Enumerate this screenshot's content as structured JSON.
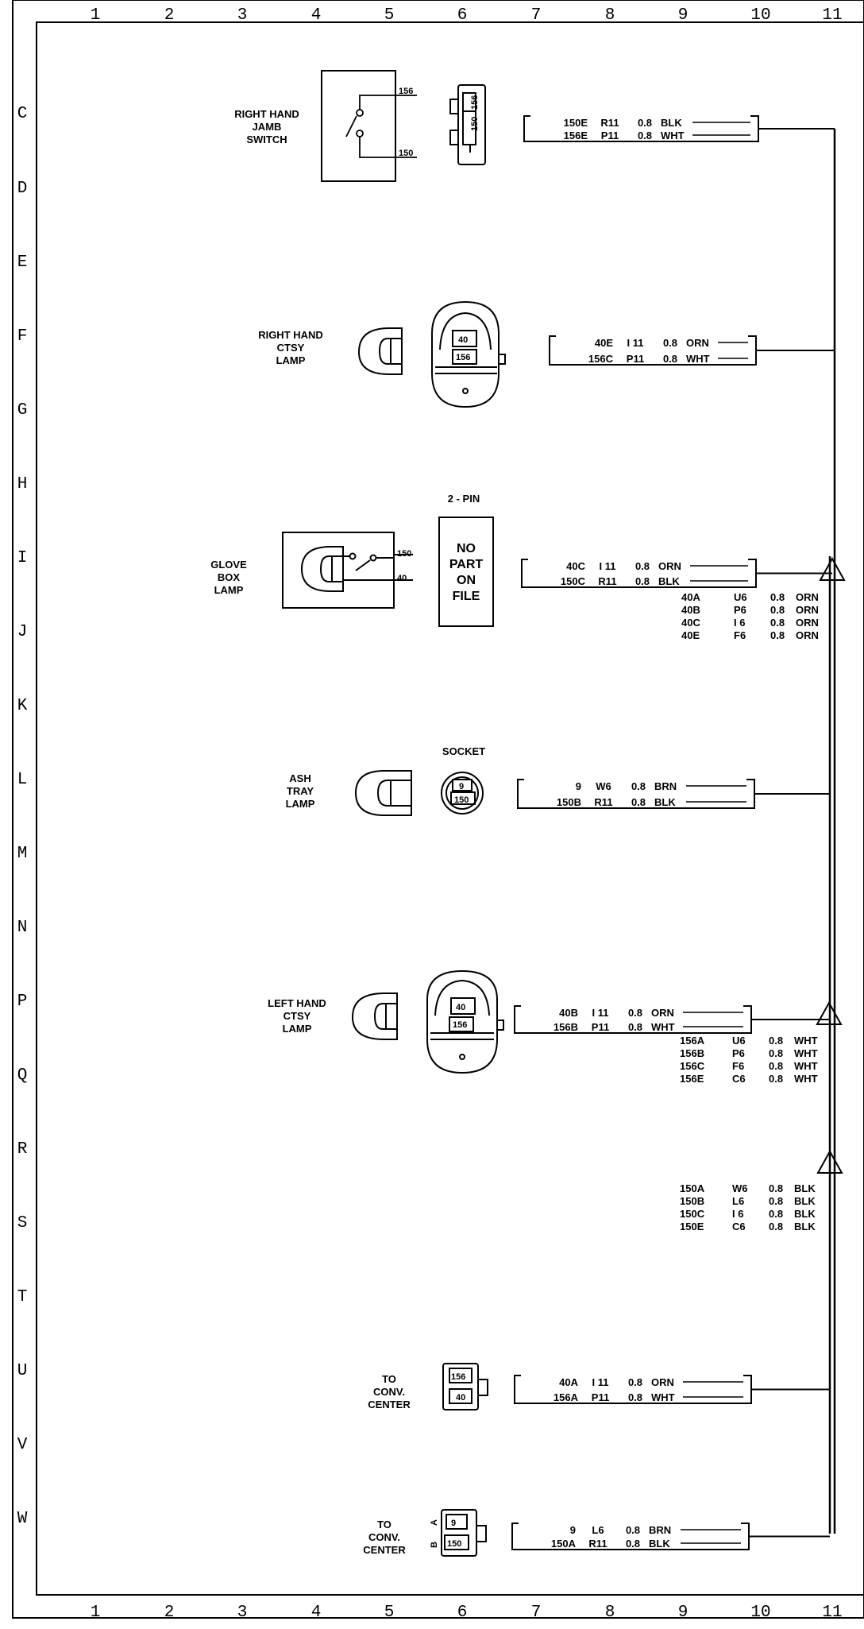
{
  "grid": {
    "cols": [
      "1",
      "2",
      "3",
      "4",
      "5",
      "6",
      "7",
      "8",
      "9",
      "10",
      "11"
    ],
    "rows": [
      "C",
      "D",
      "E",
      "F",
      "G",
      "H",
      "I",
      "J",
      "K",
      "L",
      "M",
      "N",
      "P",
      "Q",
      "R",
      "S",
      "T",
      "U",
      "V",
      "W"
    ]
  },
  "components": {
    "jamb_switch": {
      "label": [
        "RIGHT HAND",
        "JAMB",
        "SWITCH"
      ],
      "pins": [
        "156",
        "150"
      ],
      "conn_pins": [
        "156",
        "150"
      ]
    },
    "rh_lamp": {
      "label": [
        "RIGHT HAND",
        "CTSY",
        "LAMP"
      ],
      "conn_pins": [
        "40",
        "156"
      ]
    },
    "glove": {
      "label": [
        "GLOVE",
        "BOX",
        "LAMP"
      ],
      "pins": [
        "150",
        "40"
      ],
      "header": "2 - PIN",
      "nopart": [
        "NO",
        "PART",
        "ON",
        "FILE"
      ]
    },
    "ash": {
      "label": [
        "ASH",
        "TRAY",
        "LAMP"
      ],
      "header": "SOCKET",
      "conn_pins": [
        "9",
        "150"
      ]
    },
    "lh_lamp": {
      "label": [
        "LEFT HAND",
        "CTSY",
        "LAMP"
      ],
      "conn_pins": [
        "40",
        "156"
      ]
    },
    "conv1": {
      "label": [
        "TO",
        "CONV.",
        "CENTER"
      ],
      "conn_pins": [
        "156",
        "40"
      ]
    },
    "conv2": {
      "label": [
        "TO",
        "CONV.",
        "CENTER"
      ],
      "conn_pins": [
        "9",
        "150"
      ],
      "pin_letters": [
        "A",
        "B"
      ]
    }
  },
  "wires": {
    "jamb": [
      [
        "150E",
        "R11",
        "0.8",
        "BLK"
      ],
      [
        "156E",
        "P11",
        "0.8",
        "WHT"
      ]
    ],
    "rh": [
      [
        "40E",
        "I 11",
        "0.8",
        "ORN"
      ],
      [
        "156C",
        "P11",
        "0.8",
        "WHT"
      ]
    ],
    "glove": [
      [
        "40C",
        "I 11",
        "0.8",
        "ORN"
      ],
      [
        "150C",
        "R11",
        "0.8",
        "BLK"
      ]
    ],
    "ash": [
      [
        "9",
        "W6",
        "0.8",
        "BRN"
      ],
      [
        "150B",
        "R11",
        "0.8",
        "BLK"
      ]
    ],
    "lh": [
      [
        "40B",
        "I 11",
        "0.8",
        "ORN"
      ],
      [
        "156B",
        "P11",
        "0.8",
        "WHT"
      ]
    ],
    "conv1": [
      [
        "40A",
        "I 11",
        "0.8",
        "ORN"
      ],
      [
        "156A",
        "P11",
        "0.8",
        "WHT"
      ]
    ],
    "conv2": [
      [
        "9",
        "L6",
        "0.8",
        "BRN"
      ],
      [
        "150A",
        "R11",
        "0.8",
        "BLK"
      ]
    ]
  },
  "splices": {
    "orn": [
      [
        "40A",
        "U6",
        "0.8",
        "ORN"
      ],
      [
        "40B",
        "P6",
        "0.8",
        "ORN"
      ],
      [
        "40C",
        "I 6",
        "0.8",
        "ORN"
      ],
      [
        "40E",
        "F6",
        "0.8",
        "ORN"
      ]
    ],
    "wht": [
      [
        "156A",
        "U6",
        "0.8",
        "WHT"
      ],
      [
        "156B",
        "P6",
        "0.8",
        "WHT"
      ],
      [
        "156C",
        "F6",
        "0.8",
        "WHT"
      ],
      [
        "156E",
        "C6",
        "0.8",
        "WHT"
      ]
    ],
    "blk": [
      [
        "150A",
        "W6",
        "0.8",
        "BLK"
      ],
      [
        "150B",
        "L6",
        "0.8",
        "BLK"
      ],
      [
        "150C",
        "I 6",
        "0.8",
        "BLK"
      ],
      [
        "150E",
        "C6",
        "0.8",
        "BLK"
      ]
    ]
  },
  "colors": {
    "line": "#000000",
    "bg": "#ffffff"
  }
}
